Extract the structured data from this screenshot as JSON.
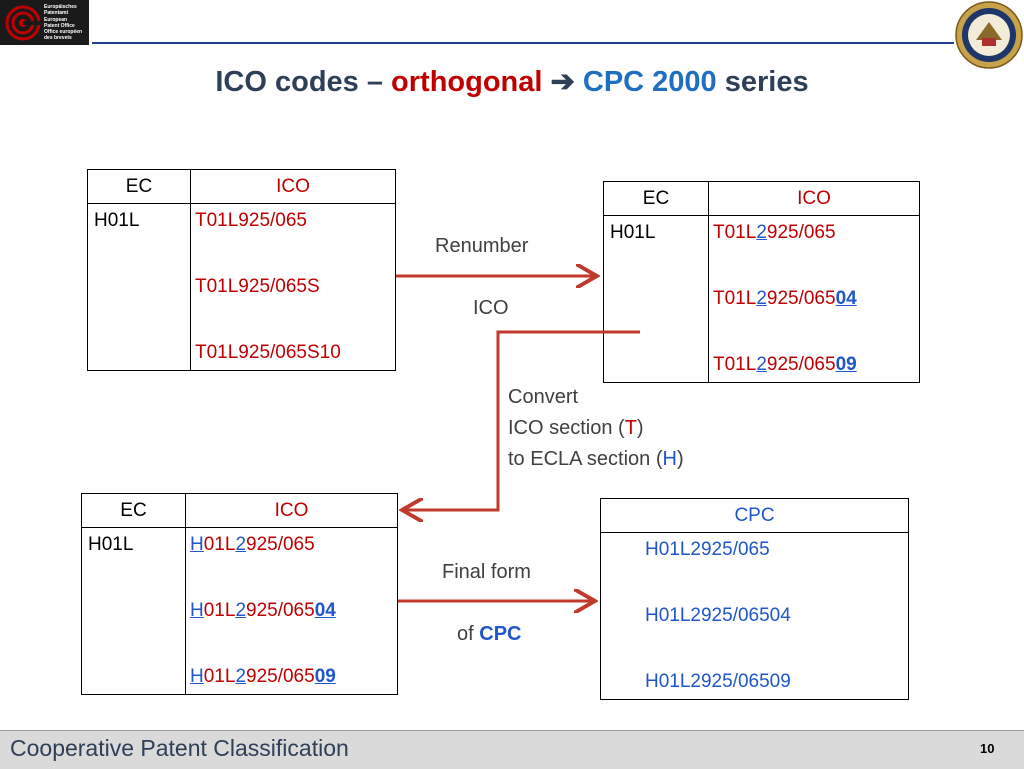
{
  "header": {
    "epo_logo_text": [
      "Europäisches",
      "Patentamt",
      "European",
      "Patent Office",
      "Office européen",
      "des brevets"
    ]
  },
  "title": {
    "part1": "ICO codes – ",
    "part2": "orthogonal",
    "arrow": " ➔ ",
    "part3": "CPC 2000",
    "part4": " series"
  },
  "table_top_left": {
    "ec_header": "EC",
    "ico_header": "ICO",
    "ec": "H01L",
    "codes": [
      "T01L925/065",
      "T01L925/065S",
      "T01L925/065S10"
    ]
  },
  "table_top_right": {
    "ec_header": "EC",
    "ico_header": "ICO",
    "ec": "H01L",
    "codes": [
      {
        "a": "T01L",
        "b": "2",
        "c": "925/065",
        "d": ""
      },
      {
        "a": "T01L",
        "b": "2",
        "c": "925/065",
        "d": "04"
      },
      {
        "a": "T01L",
        "b": "2",
        "c": "925/065",
        "d": "09"
      }
    ]
  },
  "table_bottom_left": {
    "ec_header": "EC",
    "ico_header": "ICO",
    "ec": "H01L",
    "codes": [
      {
        "h": "H",
        "a": "01L",
        "b": "2",
        "c": "925/065",
        "d": ""
      },
      {
        "h": "H",
        "a": "01L",
        "b": "2",
        "c": "925/065",
        "d": "04"
      },
      {
        "h": "H",
        "a": "01L",
        "b": "2",
        "c": "925/065",
        "d": "09"
      }
    ]
  },
  "table_cpc": {
    "header": "CPC",
    "codes": [
      "H01L2925/065",
      "H01L2925/06504",
      "H01L2925/06509"
    ]
  },
  "labels": {
    "renumber": "Renumber",
    "ico": "ICO",
    "convert_line1": "Convert",
    "convert_line2_pre": "ICO section (",
    "convert_line2_letter": "T",
    "convert_line2_post": ")",
    "convert_line3_pre": "to ECLA section (",
    "convert_line3_letter": "H",
    "convert_line3_post": ")",
    "final_form": "Final form",
    "of_pre": "of ",
    "of_cpc": "CPC"
  },
  "footer": {
    "text": "Cooperative Patent Classification",
    "page": "10"
  },
  "colors": {
    "arrow": "#c0392b",
    "title_dark": "#2e3f58",
    "red": "#c00000",
    "blue": "#1f6fc0",
    "footer_bg": "#dadada"
  }
}
